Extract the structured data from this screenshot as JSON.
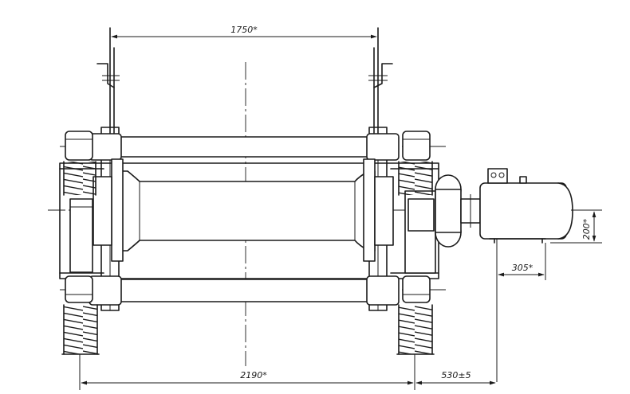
{
  "dimensions": {
    "top_span": "1750*",
    "bottom_span": "2190*",
    "motor_offset": "530±5",
    "motor_base": "305*",
    "shaft_height": "200*"
  }
}
